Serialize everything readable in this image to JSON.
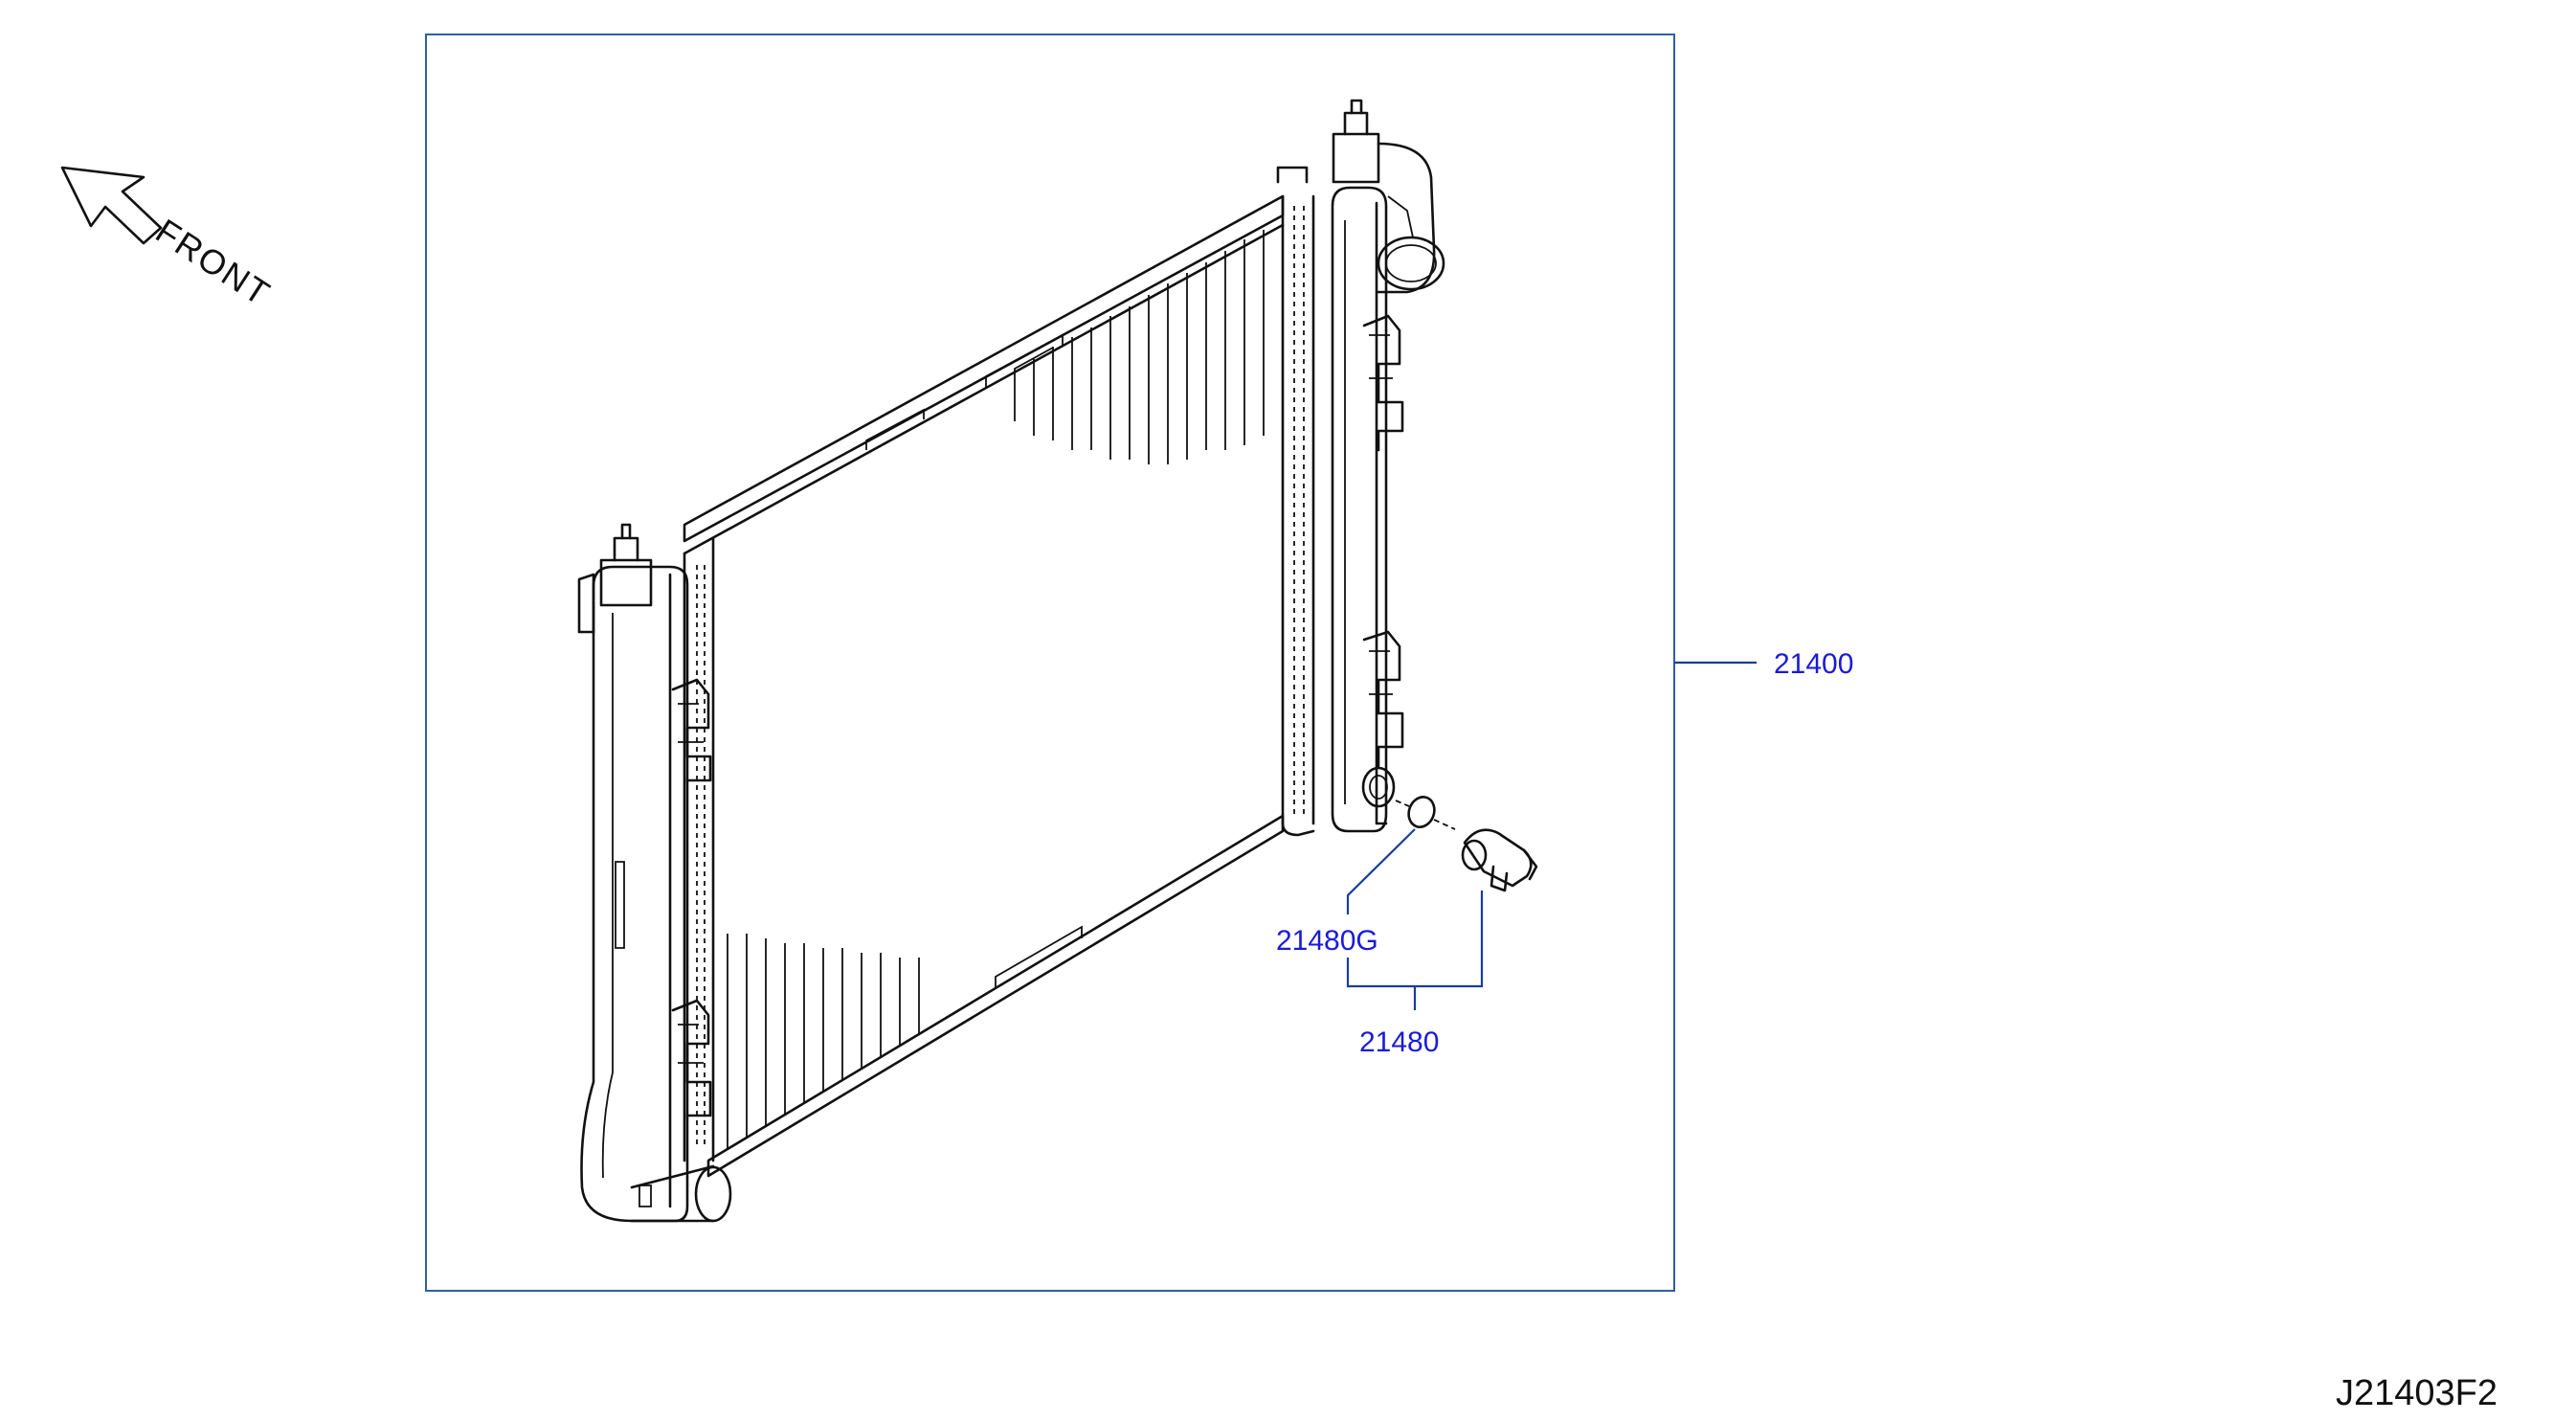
{
  "diagram": {
    "front_label": "FRONT",
    "drawing_code": "J21403F2",
    "parts": [
      {
        "id": "radiator-assembly",
        "number": "21400"
      },
      {
        "id": "o-ring",
        "number": "21480G"
      },
      {
        "id": "drain-cock",
        "number": "21480"
      }
    ]
  },
  "colors": {
    "label": "#1a1adb",
    "frame": "#2f5fa6",
    "line_art": "#111111"
  },
  "icons": [
    "front-arrow-icon"
  ]
}
